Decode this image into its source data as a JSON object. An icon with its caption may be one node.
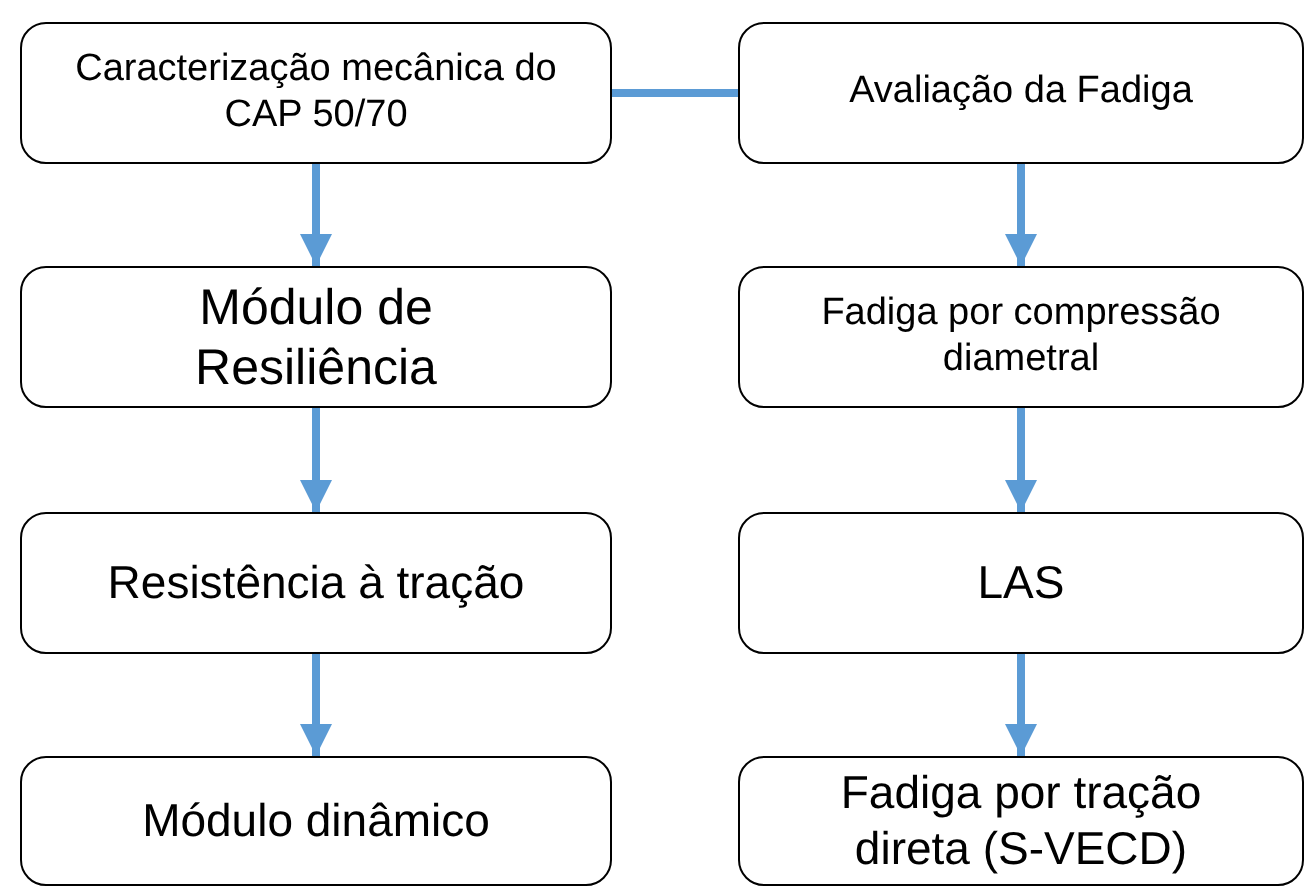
{
  "diagram": {
    "nodes": [
      {
        "text": [
          "Caracterização mecânica do CAP 50/70"
        ]
      },
      {
        "text": [
          "Avaliação da Fadiga"
        ]
      },
      {
        "text": [
          "Módulo de Resiliência"
        ]
      },
      {
        "text": [
          "Fadiga por compressão diametral"
        ]
      },
      {
        "text": [
          "Resistência à tração"
        ]
      },
      {
        "text": [
          "LAS"
        ]
      },
      {
        "text": [
          "Módulo dinâmico"
        ]
      },
      {
        "text": [
          "Fadiga por tração direta (S-VECD)"
        ]
      }
    ],
    "edges": [
      {
        "from": 0,
        "to": 1,
        "arrow": "none"
      },
      {
        "from": 0,
        "to": 2,
        "arrow": "to"
      },
      {
        "from": 2,
        "to": 4,
        "arrow": "to"
      },
      {
        "from": 4,
        "to": 6,
        "arrow": "to"
      },
      {
        "from": 1,
        "to": 3,
        "arrow": "to"
      },
      {
        "from": 3,
        "to": 5,
        "arrow": "to"
      },
      {
        "from": 5,
        "to": 7,
        "arrow": "to"
      }
    ]
  }
}
